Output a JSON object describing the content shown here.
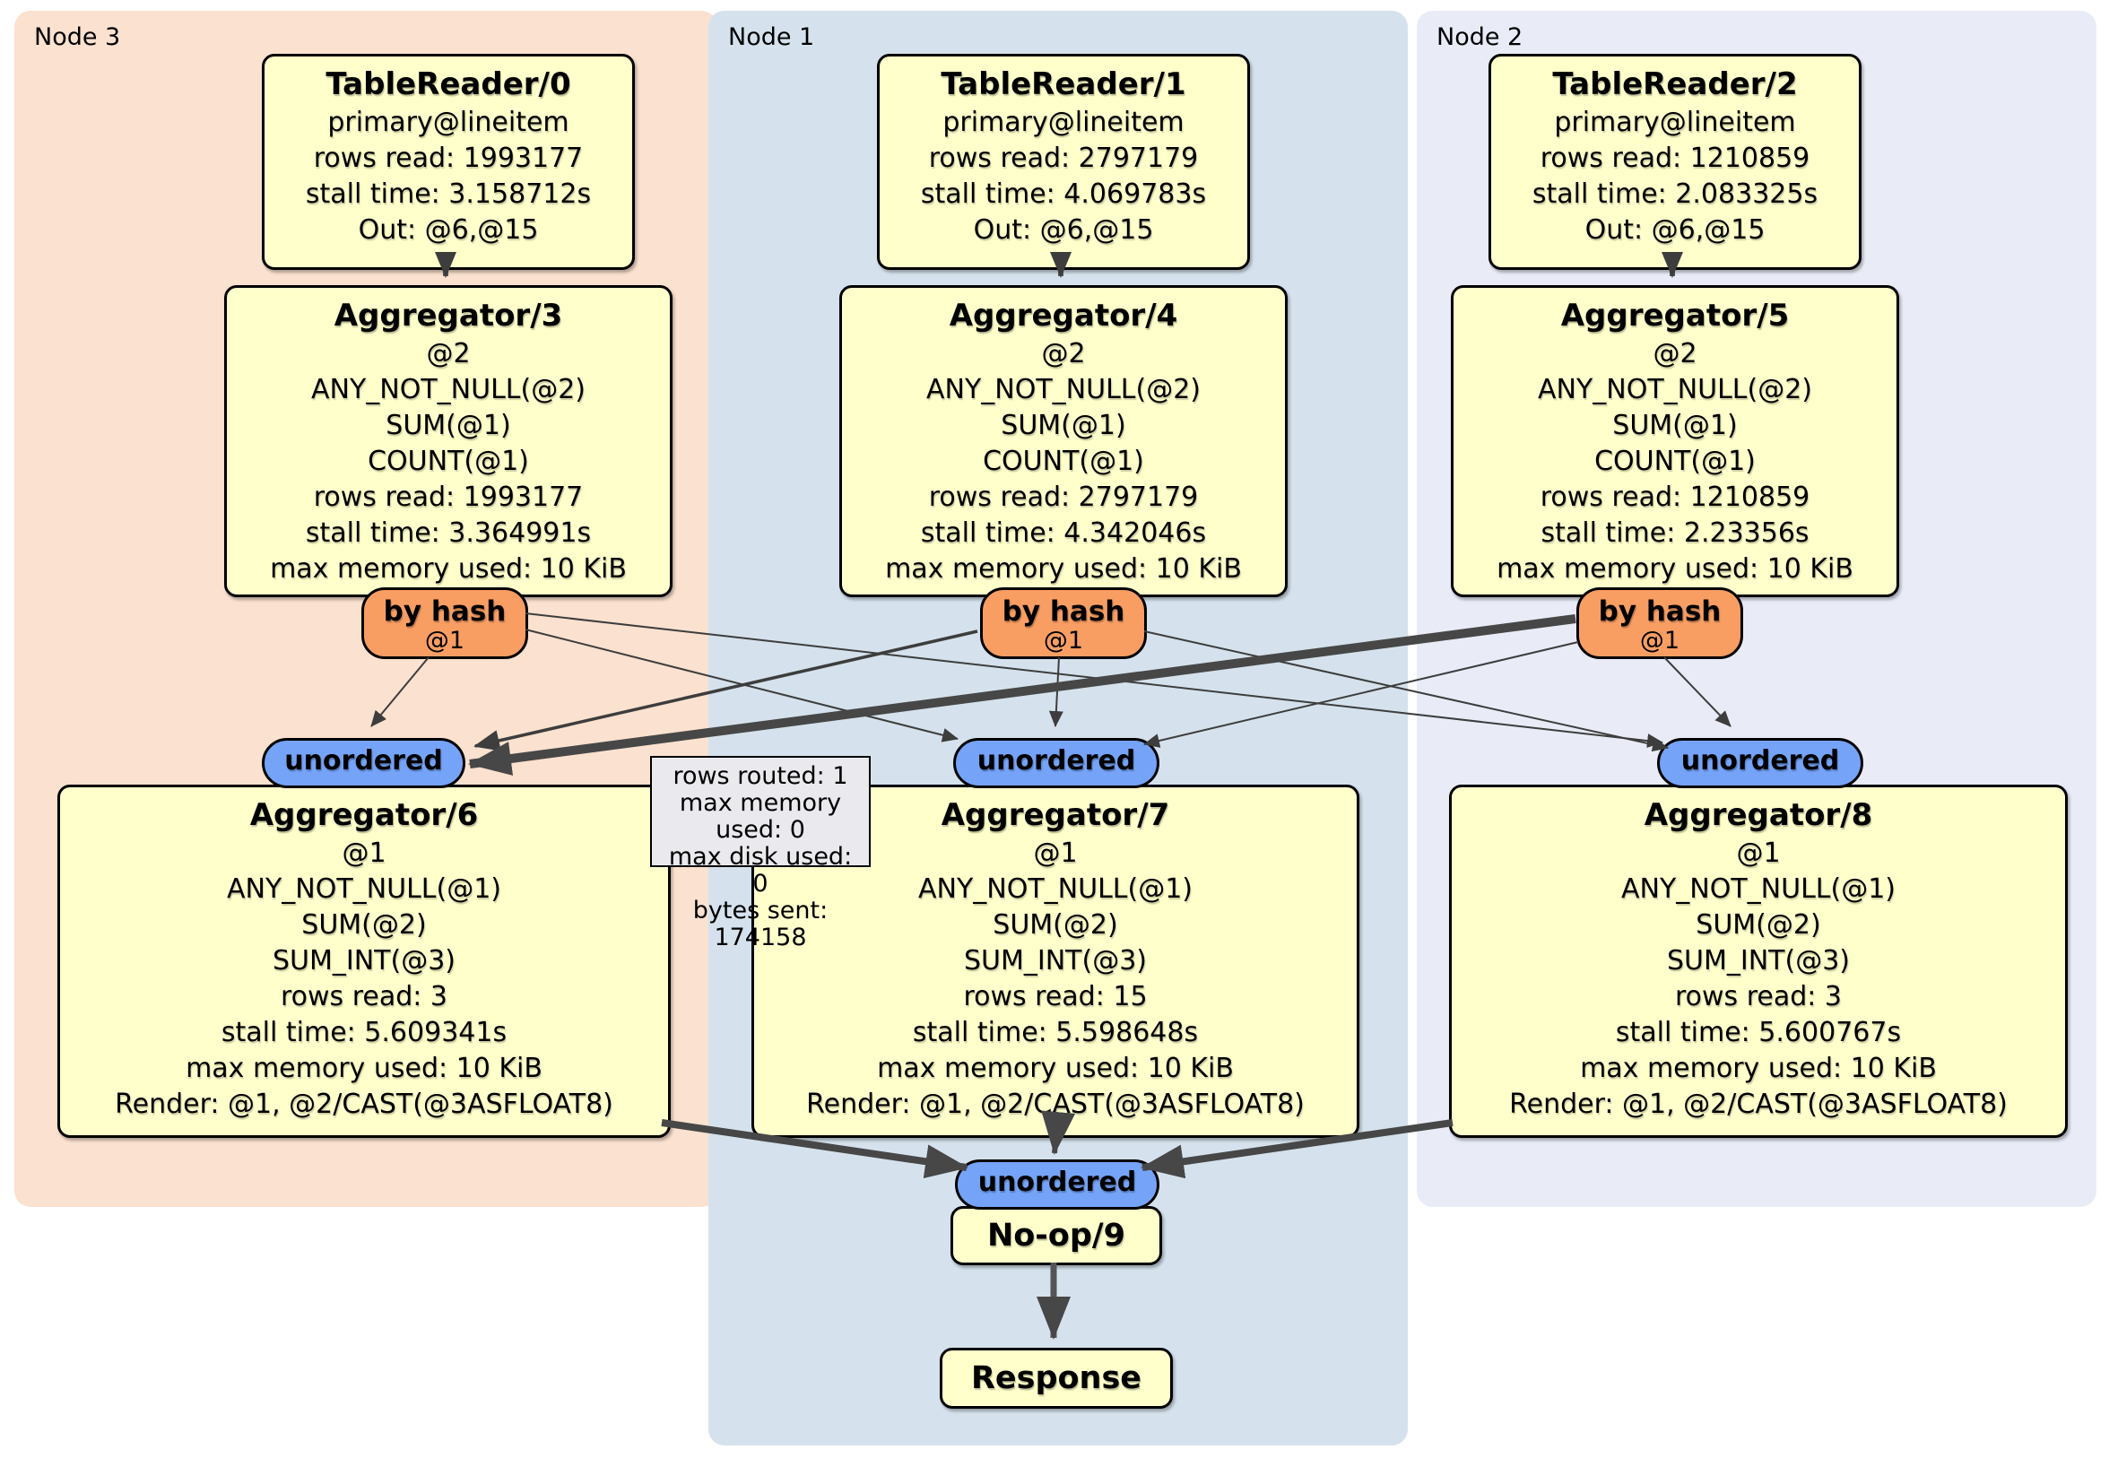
{
  "panels": [
    {
      "label": "Node 3"
    },
    {
      "label": "Node 1"
    },
    {
      "label": "Node 2"
    }
  ],
  "processors": {
    "tr0": {
      "title": "TableReader/0",
      "lines": [
        "primary@lineitem",
        "rows read: 1993177",
        "stall time: 3.158712s",
        "Out: @6,@15"
      ]
    },
    "tr1": {
      "title": "TableReader/1",
      "lines": [
        "primary@lineitem",
        "rows read: 2797179",
        "stall time: 4.069783s",
        "Out: @6,@15"
      ]
    },
    "tr2": {
      "title": "TableReader/2",
      "lines": [
        "primary@lineitem",
        "rows read: 1210859",
        "stall time: 2.083325s",
        "Out: @6,@15"
      ]
    },
    "agg3": {
      "title": "Aggregator/3",
      "lines": [
        "@2",
        "ANY_NOT_NULL(@2)",
        "SUM(@1)",
        "COUNT(@1)",
        "rows read: 1993177",
        "stall time: 3.364991s",
        "max memory used: 10 KiB"
      ]
    },
    "agg4": {
      "title": "Aggregator/4",
      "lines": [
        "@2",
        "ANY_NOT_NULL(@2)",
        "SUM(@1)",
        "COUNT(@1)",
        "rows read: 2797179",
        "stall time: 4.342046s",
        "max memory used: 10 KiB"
      ]
    },
    "agg5": {
      "title": "Aggregator/5",
      "lines": [
        "@2",
        "ANY_NOT_NULL(@2)",
        "SUM(@1)",
        "COUNT(@1)",
        "rows read: 1210859",
        "stall time: 2.23356s",
        "max memory used: 10 KiB"
      ]
    },
    "agg6": {
      "title": "Aggregator/6",
      "lines": [
        "@1",
        "ANY_NOT_NULL(@1)",
        "SUM(@2)",
        "SUM_INT(@3)",
        "rows read: 3",
        "stall time: 5.609341s",
        "max memory used: 10 KiB",
        "Render: @1, @2/CAST(@3ASFLOAT8)"
      ]
    },
    "agg7": {
      "title": "Aggregator/7",
      "lines": [
        "@1",
        "ANY_NOT_NULL(@1)",
        "SUM(@2)",
        "SUM_INT(@3)",
        "rows read: 15",
        "stall time: 5.598648s",
        "max memory used: 10 KiB",
        "Render: @1, @2/CAST(@3ASFLOAT8)"
      ]
    },
    "agg8": {
      "title": "Aggregator/8",
      "lines": [
        "@1",
        "ANY_NOT_NULL(@1)",
        "SUM(@2)",
        "SUM_INT(@3)",
        "rows read: 3",
        "stall time: 5.600767s",
        "max memory used: 10 KiB",
        "Render: @1, @2/CAST(@3ASFLOAT8)"
      ]
    }
  },
  "routers": {
    "by_hash": {
      "label": "by hash",
      "key": "@1"
    },
    "unordered": {
      "label": "unordered"
    }
  },
  "sinks": {
    "noop": "No-op/9",
    "response": "Response"
  },
  "tooltip": {
    "lines": [
      "rows routed: 1",
      "max memory used: 0",
      "max disk used: 0",
      "bytes sent: 174158"
    ]
  },
  "colors": {
    "processor_box": "#ffffcb",
    "hash_router": "#f89e63",
    "stream_connector": "#75a3f8",
    "tooltip": "#e9e9ee",
    "node3_panel": "#fbe1cf",
    "node1_panel": "#d5e2ed",
    "node2_panel": "#e9ecf7",
    "edge": "#3d3d3d"
  }
}
